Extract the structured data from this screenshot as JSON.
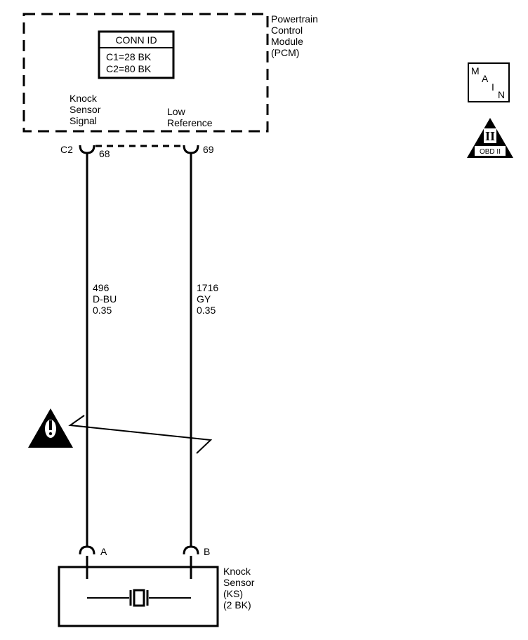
{
  "module": {
    "name_lines": [
      "Powertrain",
      "Control",
      "Module",
      "(PCM)"
    ],
    "conn_id": {
      "title": "CONN ID",
      "rows": [
        "C1=28 BK",
        "C2=80 BK"
      ]
    },
    "pin_labels": {
      "signal_lines": [
        "Knock",
        "Sensor",
        "Signal"
      ],
      "reference_lines": [
        "Low",
        "Reference"
      ]
    },
    "connector": "C2",
    "pins": {
      "signal": "68",
      "reference": "69"
    }
  },
  "wires": [
    {
      "circuit": "496",
      "color": "D-BU",
      "gauge": "0.35"
    },
    {
      "circuit": "1716",
      "color": "GY",
      "gauge": "0.35"
    }
  ],
  "sensor": {
    "name_lines": [
      "Knock",
      "Sensor",
      "(KS)",
      "(2 BK)"
    ],
    "terminals": {
      "signal": "A",
      "reference": "B"
    }
  },
  "badges": {
    "main_letters": [
      "M",
      "A",
      "I",
      "N"
    ],
    "obd": {
      "numeral": "II",
      "label": "OBD II"
    },
    "warning_icon": "caution-exclamation-icon"
  }
}
